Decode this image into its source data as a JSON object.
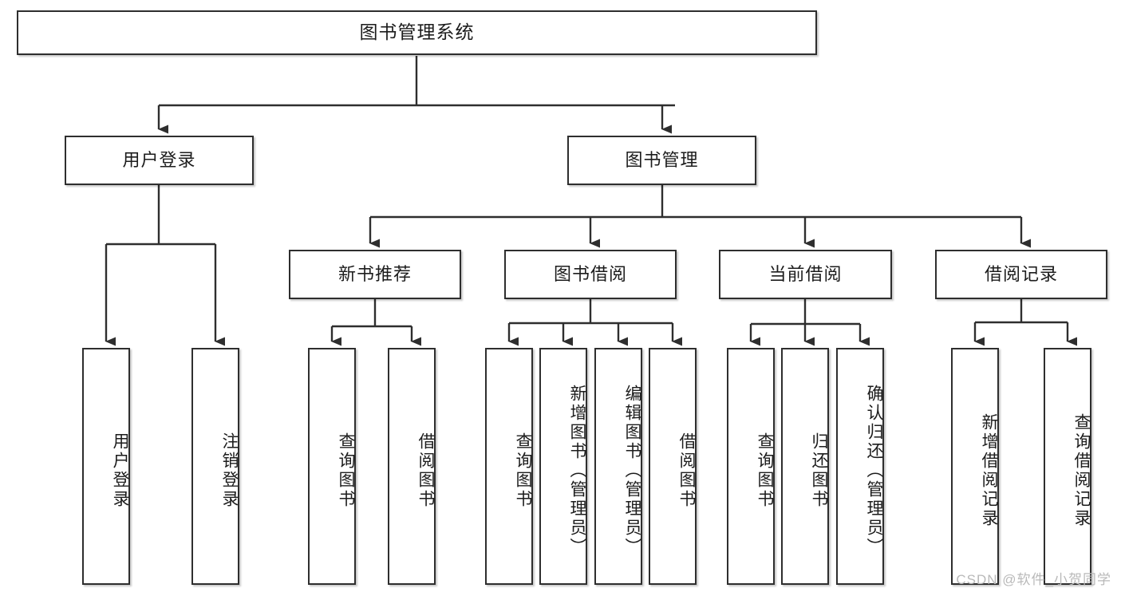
{
  "diagram": {
    "type": "tree",
    "title": "图书管理系统",
    "watermark": "CSDN @软件_小贺同学",
    "colors": {
      "box_border": "#2e2e2e",
      "box_fill": "#ffffff",
      "connector": "#2e2e2e",
      "text": "#1c1c1c",
      "watermark": "#b9b9b9"
    },
    "levels": [
      {
        "level": 1,
        "nodes": [
          {
            "id": "root",
            "label": "图书管理系统",
            "orientation": "horizontal"
          }
        ]
      },
      {
        "level": 2,
        "nodes": [
          {
            "id": "login",
            "label": "用户登录",
            "orientation": "horizontal",
            "parent": "root"
          },
          {
            "id": "bookmgmt",
            "label": "图书管理",
            "orientation": "horizontal",
            "parent": "root"
          }
        ]
      },
      {
        "level": 3,
        "nodes": [
          {
            "id": "newbook",
            "label": "新书推荐",
            "orientation": "horizontal",
            "parent": "bookmgmt"
          },
          {
            "id": "borrow",
            "label": "图书借阅",
            "orientation": "horizontal",
            "parent": "bookmgmt"
          },
          {
            "id": "current",
            "label": "当前借阅",
            "orientation": "horizontal",
            "parent": "bookmgmt"
          },
          {
            "id": "records",
            "label": "借阅记录",
            "orientation": "horizontal",
            "parent": "bookmgmt"
          }
        ]
      },
      {
        "level": 4,
        "nodes": [
          {
            "id": "leaf1",
            "label": "用户登录",
            "orientation": "vertical",
            "parent": "login"
          },
          {
            "id": "leaf2",
            "label": "注销登录",
            "orientation": "vertical",
            "parent": "login"
          },
          {
            "id": "leaf3",
            "label": "查询图书",
            "orientation": "vertical",
            "parent": "newbook"
          },
          {
            "id": "leaf4",
            "label": "借阅图书",
            "orientation": "vertical",
            "parent": "newbook"
          },
          {
            "id": "leaf5",
            "label": "查询图书",
            "orientation": "vertical",
            "parent": "borrow"
          },
          {
            "id": "leaf6",
            "label": "新增图书（管理员）",
            "orientation": "vertical",
            "parent": "borrow"
          },
          {
            "id": "leaf7",
            "label": "编辑图书（管理员）",
            "orientation": "vertical",
            "parent": "borrow"
          },
          {
            "id": "leaf8",
            "label": "借阅图书",
            "orientation": "vertical",
            "parent": "borrow"
          },
          {
            "id": "leaf9",
            "label": "查询图书",
            "orientation": "vertical",
            "parent": "current"
          },
          {
            "id": "leaf10",
            "label": "归还图书",
            "orientation": "vertical",
            "parent": "current"
          },
          {
            "id": "leaf11",
            "label": "确认归还（管理员）",
            "orientation": "vertical",
            "parent": "current"
          },
          {
            "id": "leaf12",
            "label": "新增借阅记录",
            "orientation": "vertical",
            "parent": "records"
          },
          {
            "id": "leaf13",
            "label": "查询借阅记录",
            "orientation": "vertical",
            "parent": "records"
          }
        ]
      }
    ]
  }
}
